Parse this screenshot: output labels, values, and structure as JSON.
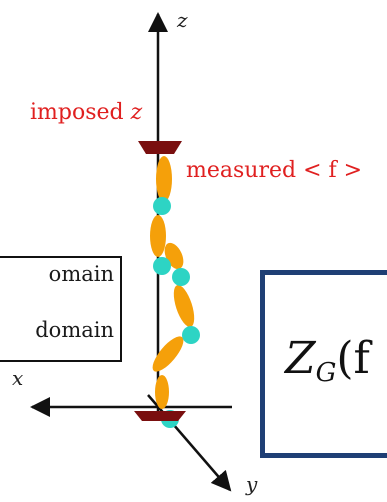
{
  "axes": {
    "z_label": "z",
    "x_label": "x",
    "y_label": "y"
  },
  "annotations": {
    "imposed_prefix": "imposed",
    "imposed_var": "z",
    "measured": "measured < f >"
  },
  "legend": {
    "line1": "omain",
    "line2": "domain"
  },
  "formula": {
    "base": "Z",
    "subscript": "G",
    "tail": "(f"
  },
  "colors": {
    "axis": "#111111",
    "annotation": "#e02020",
    "anchor": "#7a0f0f",
    "segment": "#f5a00a",
    "joint": "#2dd4c4",
    "formula_border": "#1f3f75"
  }
}
